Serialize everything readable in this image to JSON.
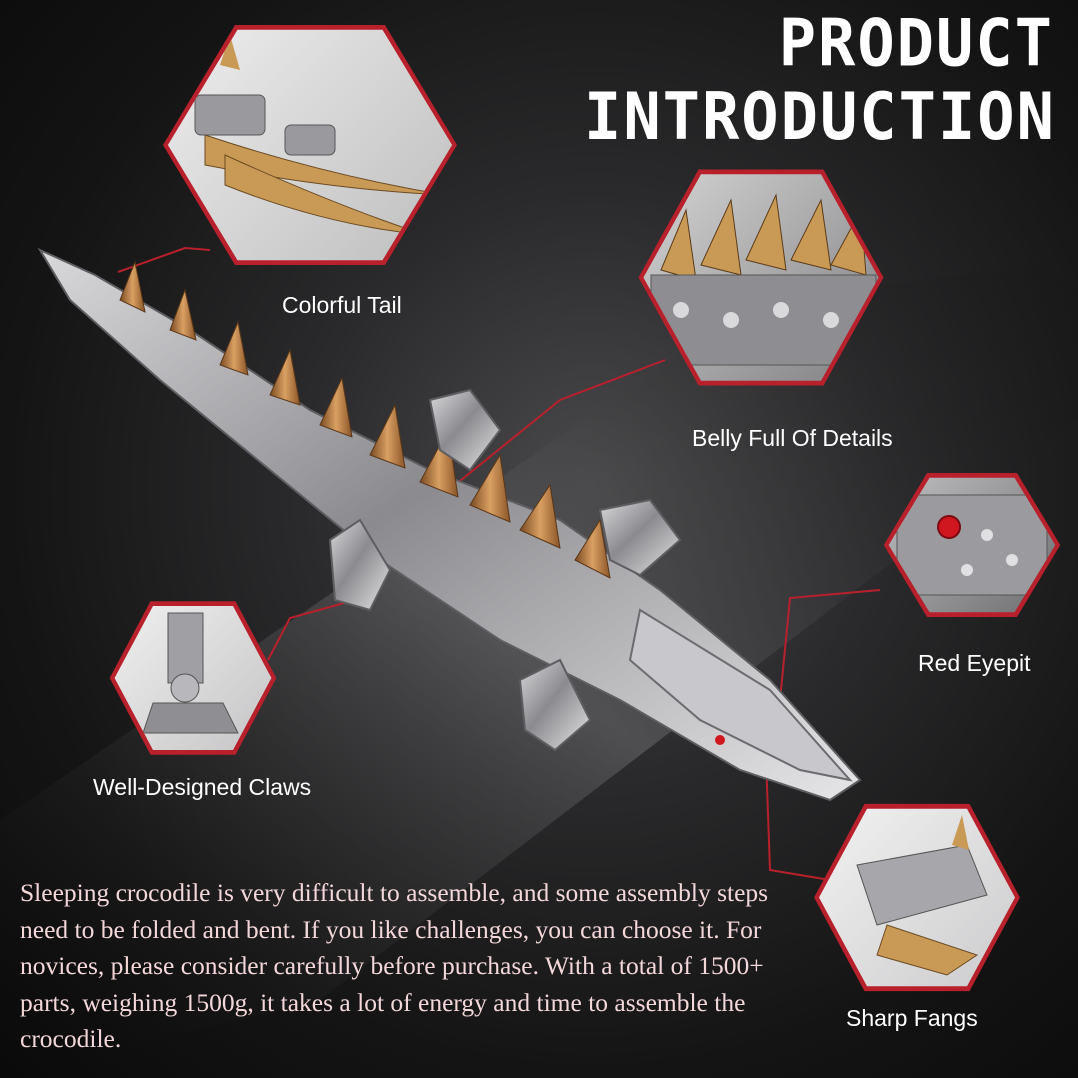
{
  "title": {
    "line1": "PRODUCT",
    "line2": "INTRODUCTION"
  },
  "callouts": {
    "tail": {
      "label": "Colorful Tail"
    },
    "belly": {
      "label": "Belly Full Of Details"
    },
    "eye": {
      "label": "Red Eyepit"
    },
    "claws": {
      "label": "Well-Designed Claws"
    },
    "fangs": {
      "label": "Sharp Fangs"
    }
  },
  "description": "Sleeping crocodile is very difficult to assemble, and some assembly steps need to be folded and bent. If you like challenges, you can choose it. For novices, please consider carefully before purchase. With a total of 1500+ parts, weighing 1500g, it takes a lot of energy and time to assemble the crocodile.",
  "colors": {
    "accent": "#b8202c",
    "text": "#ffffff",
    "description_text": "#f4d7d9"
  }
}
